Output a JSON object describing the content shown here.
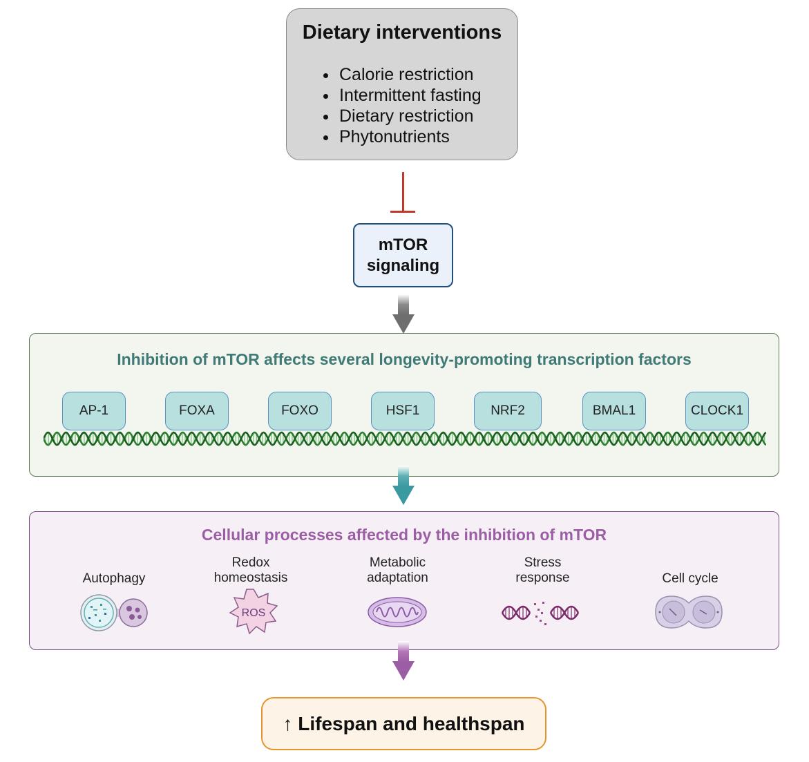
{
  "diet": {
    "title": "Dietary interventions",
    "items": [
      "Calorie restriction",
      "Intermittent fasting",
      "Dietary restriction",
      "Phytonutrients"
    ]
  },
  "mtor": {
    "label": "mTOR signaling"
  },
  "tf_panel": {
    "title": "Inhibition of mTOR affects several longevity-promoting transcription factors",
    "factors": [
      "AP-1",
      "FOXA",
      "FOXO",
      "HSF1",
      "NRF2",
      "BMAL1",
      "CLOCK1"
    ]
  },
  "proc_panel": {
    "title": "Cellular processes affected by the inhibition of mTOR",
    "processes": [
      {
        "label": "Autophagy",
        "icon": "autophagosome-icon"
      },
      {
        "label": "Redox homeostasis",
        "icon": "ros-icon",
        "icon_text": "ROS"
      },
      {
        "label": "Metabolic adaptation",
        "icon": "mitochondrion-icon"
      },
      {
        "label": "Stress response",
        "icon": "damaged-dna-icon"
      },
      {
        "label": "Cell cycle",
        "icon": "dividing-cell-icon"
      }
    ]
  },
  "outcome": {
    "label": "↑ Lifespan and healthspan"
  },
  "colors": {
    "inhibit": "#c0392b",
    "tf_title": "#3f7a76",
    "proc_title": "#9b5ea4",
    "outcome_border": "#e6942e",
    "dna": "#2e7d32"
  }
}
